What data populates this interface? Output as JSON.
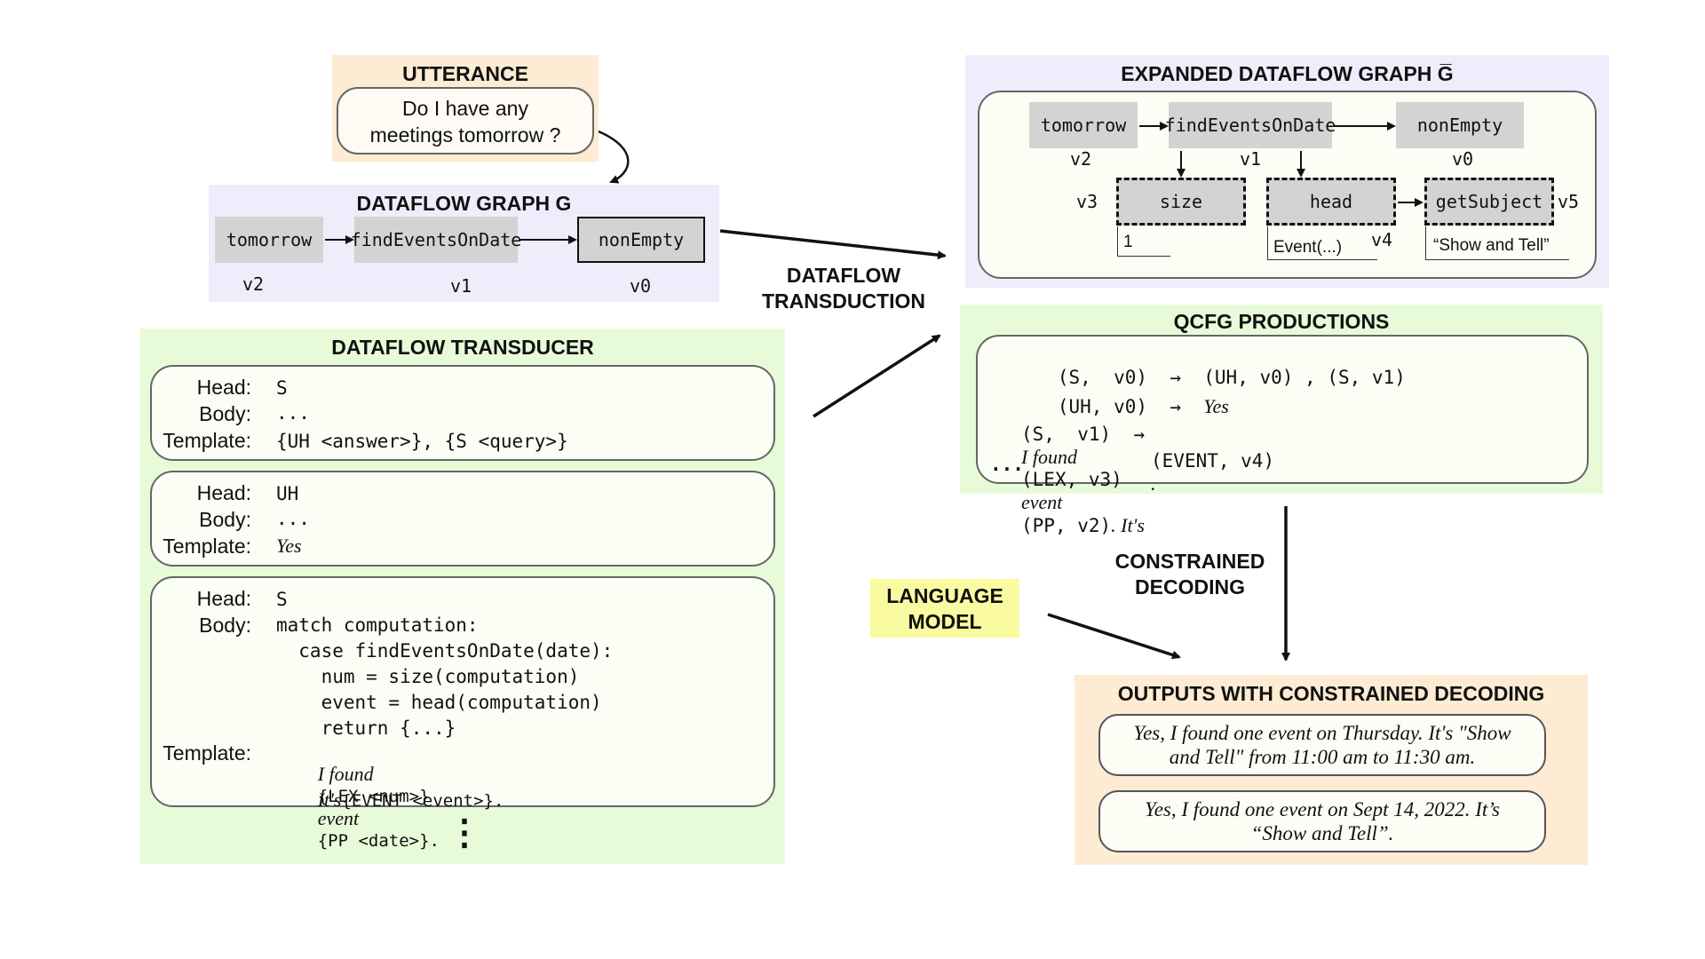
{
  "utterance": {
    "title": "UTTERANCE",
    "text_line1": "Do I have any",
    "text_line2": "meetings tomorrow ?"
  },
  "dataflow_graph": {
    "title": "DATAFLOW GRAPH G",
    "nodes": [
      {
        "label": "tomorrow",
        "var": "v2"
      },
      {
        "label": "findEventsOnDate",
        "var": "v1"
      },
      {
        "label": "nonEmpty",
        "var": "v0"
      }
    ]
  },
  "expanded_graph": {
    "title": "EXPANDED DATAFLOW GRAPH G̅",
    "top_nodes": [
      {
        "label": "tomorrow",
        "var": "v2"
      },
      {
        "label": "findEventsOnDate",
        "var": "v1"
      },
      {
        "label": "nonEmpty",
        "var": "v0"
      }
    ],
    "bottom_nodes": [
      {
        "label": "size",
        "var": "v3",
        "value": "1"
      },
      {
        "label": "head",
        "var": "v4",
        "value": "Event(...)"
      },
      {
        "label": "getSubject",
        "var": "v5",
        "value": "“Show and Tell”"
      }
    ]
  },
  "dataflow_transduction_label": [
    "DATAFLOW",
    "TRANSDUCTION"
  ],
  "transducer": {
    "title": "DATAFLOW TRANSDUCER",
    "head_label": "Head:",
    "body_label": "Body:",
    "template_label": "Template:",
    "rules": [
      {
        "head": "S",
        "body": "...",
        "template": "{UH <answer>}, {S <query>}"
      },
      {
        "head": "UH",
        "body": "...",
        "template": "Yes"
      },
      {
        "head": "S",
        "body_lines": [
          "match computation:",
          "  case findEventsOnDate(date):",
          "    num = size(computation)",
          "    event = head(computation)",
          "    return {...}"
        ],
        "template_line1": {
          "italic1": "I found",
          "code1": "{LEX <num>}",
          "italic2": "event",
          "code2": "{PP <date>}."
        },
        "template_line2": {
          "italic1": "It's",
          "code1": "{EVENT <event>}."
        }
      }
    ],
    "ellipsis": "⋮"
  },
  "qcfg": {
    "title": "QCFG PRODUCTIONS",
    "arrow": "→",
    "line1": {
      "lhs": "(S,  v0)",
      "rhs": "(UH, v0) , (S, v1)"
    },
    "line2": {
      "lhs": "(UH, v0)",
      "rhs": "Yes"
    },
    "line3": {
      "lhs": "(S,  v1)",
      "i1": "I found",
      "c1": "(LEX, v3)",
      "i2": "event",
      "c2": "(PP, v2)",
      "i3": ". It's"
    },
    "line4": {
      "c1": "(EVENT, v4)",
      "i1": "."
    },
    "line5": "..."
  },
  "constrained_decoding_label": [
    "CONSTRAINED",
    "DECODING"
  ],
  "language_model_label": [
    "LANGUAGE",
    "MODEL"
  ],
  "outputs": {
    "title": "OUTPUTS WITH CONSTRAINED DECODING",
    "items": [
      {
        "line1": "Yes, I found one event on Thursday. It's \"Show",
        "line2": "and Tell\" from 11:00 am to 11:30 am."
      },
      {
        "line1": "Yes, I found one event on Sept 14, 2022. It’s",
        "line2": "“Show and Tell”."
      }
    ]
  },
  "colors": {
    "orange_bg": "#fdebd3",
    "purple_bg": "#f1ecfb",
    "green_bg": "#e8fbd9",
    "yellow_bg": "#fafaa0",
    "node_gray": "#d3d3d3"
  }
}
